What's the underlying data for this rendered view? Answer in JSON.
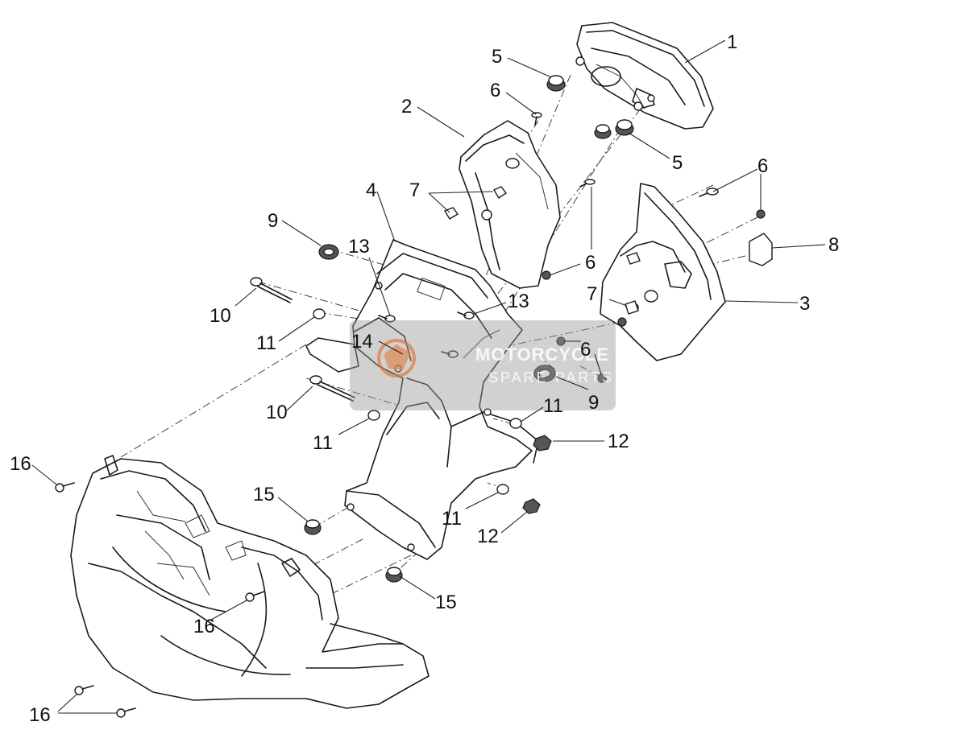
{
  "callouts": [
    {
      "id": "c1",
      "label": "1"
    },
    {
      "id": "c2",
      "label": "2"
    },
    {
      "id": "c3",
      "label": "3"
    },
    {
      "id": "c4",
      "label": "4"
    },
    {
      "id": "c5a",
      "label": "5"
    },
    {
      "id": "c5b",
      "label": "5"
    },
    {
      "id": "c6a",
      "label": "6"
    },
    {
      "id": "c6b",
      "label": "6"
    },
    {
      "id": "c6c",
      "label": "6"
    },
    {
      "id": "c6d",
      "label": "6"
    },
    {
      "id": "c7a",
      "label": "7"
    },
    {
      "id": "c7b",
      "label": "7"
    },
    {
      "id": "c8",
      "label": "8"
    },
    {
      "id": "c9a",
      "label": "9"
    },
    {
      "id": "c9b",
      "label": "9"
    },
    {
      "id": "c10a",
      "label": "10"
    },
    {
      "id": "c10b",
      "label": "10"
    },
    {
      "id": "c11a",
      "label": "11"
    },
    {
      "id": "c11b",
      "label": "11"
    },
    {
      "id": "c11c",
      "label": "11"
    },
    {
      "id": "c11d",
      "label": "11"
    },
    {
      "id": "c12a",
      "label": "12"
    },
    {
      "id": "c12b",
      "label": "12"
    },
    {
      "id": "c13a",
      "label": "13"
    },
    {
      "id": "c13b",
      "label": "13"
    },
    {
      "id": "c14",
      "label": "14"
    },
    {
      "id": "c15a",
      "label": "15"
    },
    {
      "id": "c15b",
      "label": "15"
    },
    {
      "id": "c16a",
      "label": "16"
    },
    {
      "id": "c16b",
      "label": "16"
    },
    {
      "id": "c16c",
      "label": "16"
    }
  ],
  "watermark": {
    "line1": "MOTORCYCLE",
    "line2": "SPARE PARTS",
    "accent_color": "#e07a3a"
  },
  "colors": {
    "line": "#1a1a1a",
    "background": "#ffffff"
  }
}
